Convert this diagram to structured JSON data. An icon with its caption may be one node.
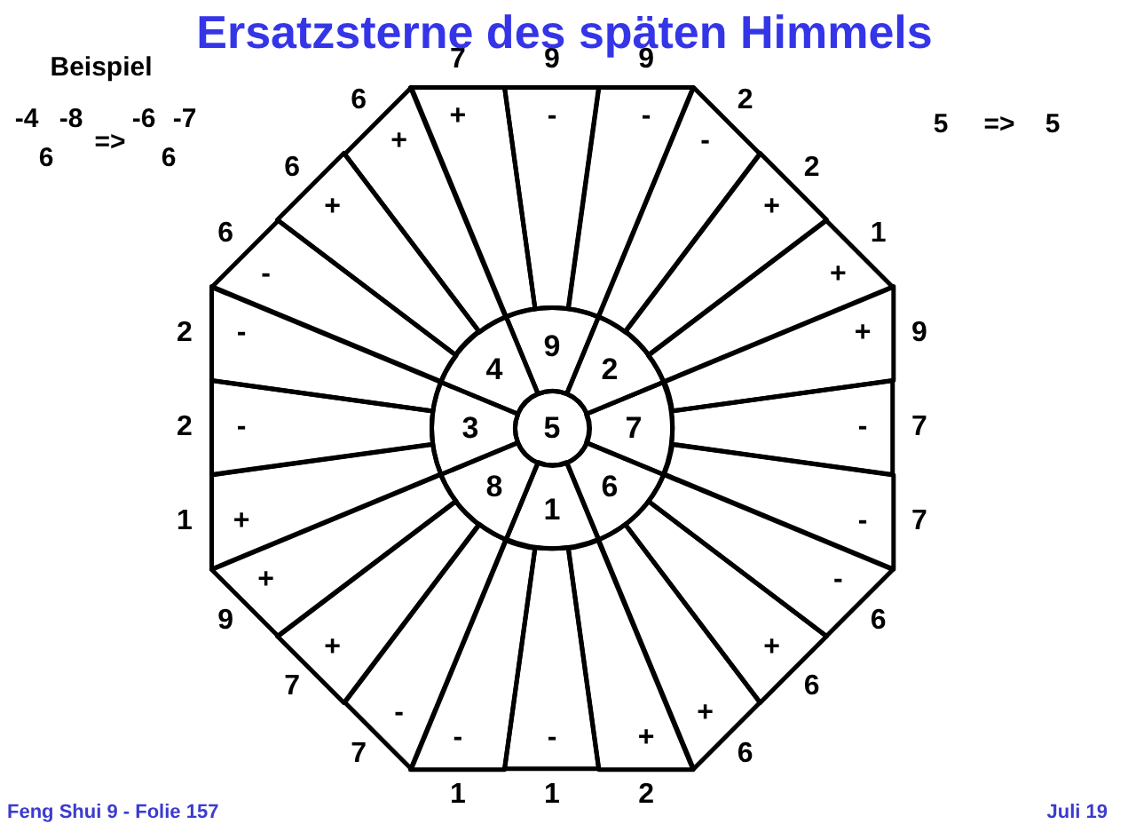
{
  "diagram": {
    "title": "Ersatzsterne des späten Himmels",
    "nodes": [
      {
        "text": [
          "5"
        ]
      },
      {
        "text": [
          "9"
        ]
      },
      {
        "text": [
          "2"
        ]
      },
      {
        "text": [
          "7"
        ]
      },
      {
        "text": [
          "6"
        ]
      },
      {
        "text": [
          "1"
        ]
      },
      {
        "text": [
          "8"
        ]
      },
      {
        "text": [
          "3"
        ]
      },
      {
        "text": [
          "4"
        ]
      },
      {
        "text": [
          "+"
        ],
        "beside": [
          "7"
        ]
      },
      {
        "text": [
          "-"
        ],
        "beside": [
          "9"
        ]
      },
      {
        "text": [
          "-"
        ],
        "beside": [
          "9"
        ]
      },
      {
        "text": [
          "-"
        ],
        "beside": [
          "2"
        ]
      },
      {
        "text": [
          "+"
        ],
        "beside": [
          "2"
        ]
      },
      {
        "text": [
          "+"
        ],
        "beside": [
          "1"
        ]
      },
      {
        "text": [
          "+"
        ],
        "beside": [
          "9"
        ]
      },
      {
        "text": [
          "-"
        ],
        "beside": [
          "7"
        ]
      },
      {
        "text": [
          "-"
        ],
        "beside": [
          "7"
        ]
      },
      {
        "text": [
          "-"
        ],
        "beside": [
          "6"
        ]
      },
      {
        "text": [
          "+"
        ],
        "beside": [
          "6"
        ]
      },
      {
        "text": [
          "+"
        ],
        "beside": [
          "6"
        ]
      },
      {
        "text": [
          "+"
        ],
        "beside": [
          "2"
        ]
      },
      {
        "text": [
          "-"
        ],
        "beside": [
          "1"
        ]
      },
      {
        "text": [
          "-"
        ],
        "beside": [
          "1"
        ]
      },
      {
        "text": [
          "-"
        ],
        "beside": [
          "7"
        ]
      },
      {
        "text": [
          "+"
        ],
        "beside": [
          "7"
        ]
      },
      {
        "text": [
          "+"
        ],
        "beside": [
          "9"
        ]
      },
      {
        "text": [
          "+"
        ],
        "beside": [
          "1"
        ]
      },
      {
        "text": [
          "-"
        ],
        "beside": [
          "2"
        ]
      },
      {
        "text": [
          "-"
        ],
        "beside": [
          "2"
        ]
      },
      {
        "text": [
          "-"
        ],
        "beside": [
          "6"
        ]
      },
      {
        "text": [
          "+"
        ],
        "beside": [
          "6"
        ]
      },
      {
        "text": [
          "+"
        ],
        "beside": [
          "6"
        ]
      }
    ],
    "labels": [
      "Beispiel",
      "-4",
      "-8",
      "6",
      "=>",
      "-6",
      "-7",
      "6",
      "5",
      "=>",
      "5",
      "Feng Shui 9 - Folie 157",
      "Juli 19"
    ]
  }
}
